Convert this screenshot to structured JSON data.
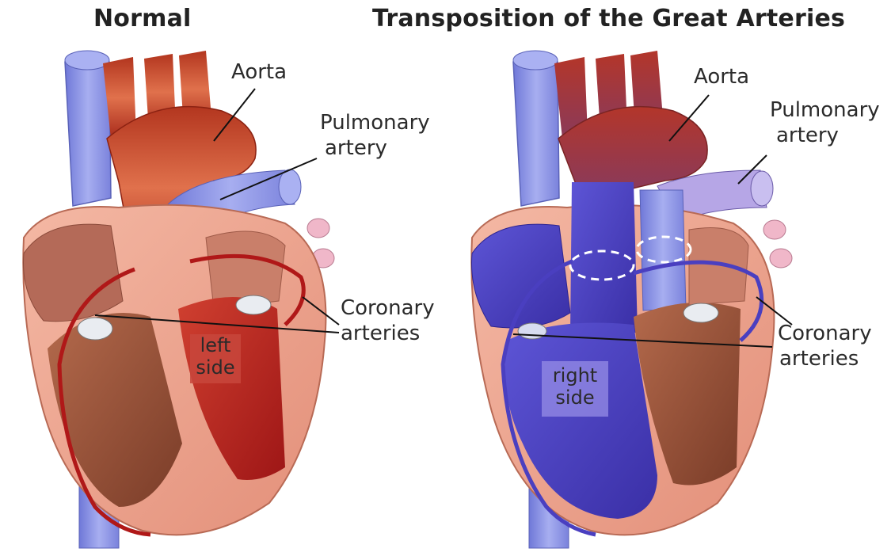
{
  "figure": {
    "left_panel": {
      "title": "Normal",
      "labels": {
        "aorta": "Aorta",
        "pulmonary_1": "Pulmonary",
        "pulmonary_2": "artery",
        "coronary_1": "Coronary",
        "coronary_2": "arteries",
        "side_1": "left",
        "side_2": "side"
      }
    },
    "right_panel": {
      "title": "Transposition of the Great Arteries",
      "labels": {
        "aorta": "Aorta",
        "pulmonary_1": "Pulmonary",
        "pulmonary_2": "artery",
        "coronary_1": "Coronary",
        "coronary_2": "arteries",
        "side_1": "right",
        "side_2": "side"
      }
    }
  },
  "colors": {
    "vein_blue": "#8f98e6",
    "aorta_red": "#c8452f",
    "muscle_pink": "#eea58f",
    "chamber_red": "#b42020",
    "deoxygenated_purple": "#4a3fc0"
  }
}
